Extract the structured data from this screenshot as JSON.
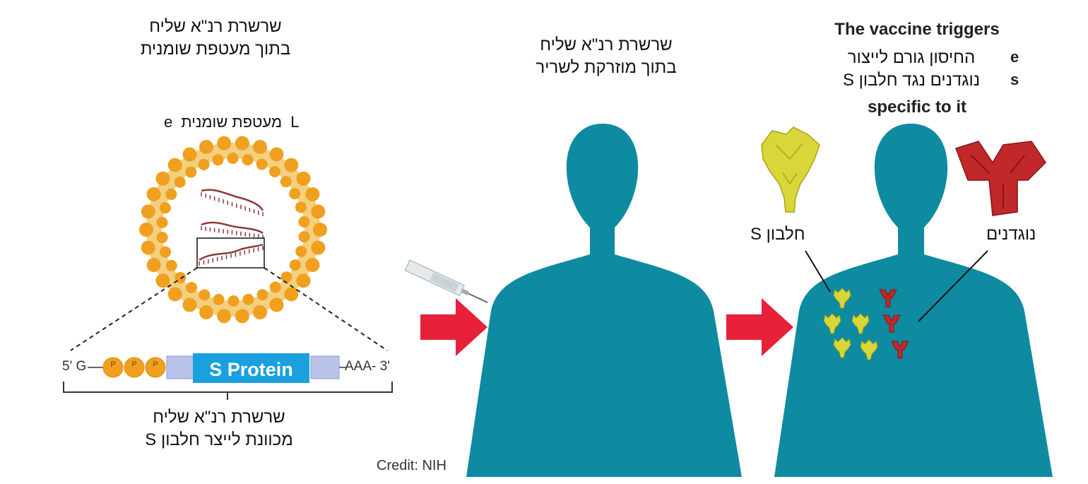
{
  "left_panel": {
    "title_line1": "שרשרת רנ\"א שליח",
    "title_line2": "בתוך מעטפת שומנית",
    "envelope_label": "מעטפת שומנית",
    "envelope_label_fragment_left": "e",
    "envelope_label_fragment_right": "L",
    "five_prime": "5' G",
    "cap_letter": "P",
    "s_protein": "S Protein",
    "three_prime": "AAA- 3'",
    "caption_line1": "שרשרת רנ\"א שליח",
    "caption_line2": "מכוונת לייצר חלבון S"
  },
  "middle_panel": {
    "title_line1": "שרשרת רנ\"א שליח",
    "title_line2": "בתוך מוזרקת לשריר",
    "credit": "Credit: NIH"
  },
  "right_panel": {
    "en_top": "The vaccine triggers",
    "he_line1": "החיסון גורם לייצור",
    "he_line2": "נוגדנים נגד חלבון S",
    "en_bottom": "specific to it",
    "fragment_e": "e",
    "fragment_s": "s",
    "label_s_protein": "חלבון S",
    "label_antibodies": "נוגדנים"
  },
  "colors": {
    "body": "#0e8ba0",
    "arrow": "#e8203a",
    "lipid": "#f0a01e",
    "rna": "#8a3a3a",
    "s_protein_box": "#1aa0de",
    "utr_box": "#b9c3ea",
    "antibody": "#c0282a",
    "spike": "#d9d63a"
  }
}
